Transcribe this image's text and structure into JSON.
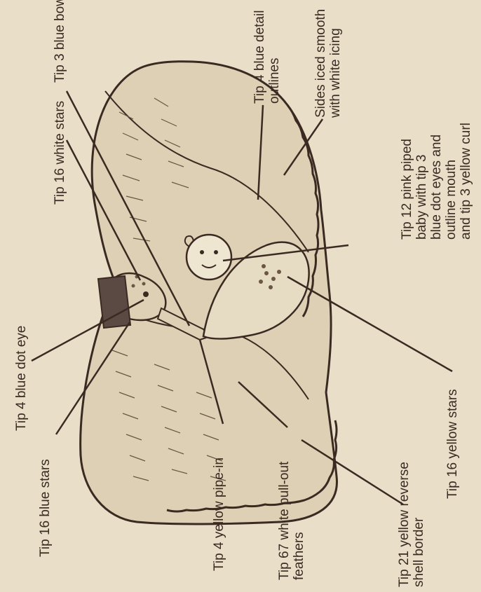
{
  "callouts": {
    "tip3_blue_bow": [
      "Tip 3 blue bow"
    ],
    "tip16_white_stars": [
      "Tip 16 white stars"
    ],
    "tip4_blue_detail_outlines": [
      "Tip 4 blue detail",
      "outlines"
    ],
    "sides_iced_smooth": [
      "Sides iced smooth",
      "with white icing"
    ],
    "tip12_pink_baby": [
      "Tip 12 pink piped",
      "baby with tip 3",
      "blue dot eyes and",
      "outline mouth",
      "and tip 3 yellow curl"
    ],
    "tip4_blue_dot_eye": [
      "Tip 4 blue dot eye"
    ],
    "tip16_blue_stars": [
      "Tip 16 blue stars"
    ],
    "tip4_yellow_pipein": [
      "Tip 4 yellow pipe-in"
    ],
    "tip67_white_feathers": [
      "Tip 67 white pull-out",
      "feathers"
    ],
    "tip16_yellow_stars": [
      "Tip 16 yellow stars"
    ],
    "tip21_shell_border": [
      "Tip 21 yellow reverse",
      "shell border"
    ]
  },
  "colors": {
    "paper": "#e9dfc8",
    "ink": "#3a2a22",
    "cake_fill": "#ddd0b4"
  }
}
